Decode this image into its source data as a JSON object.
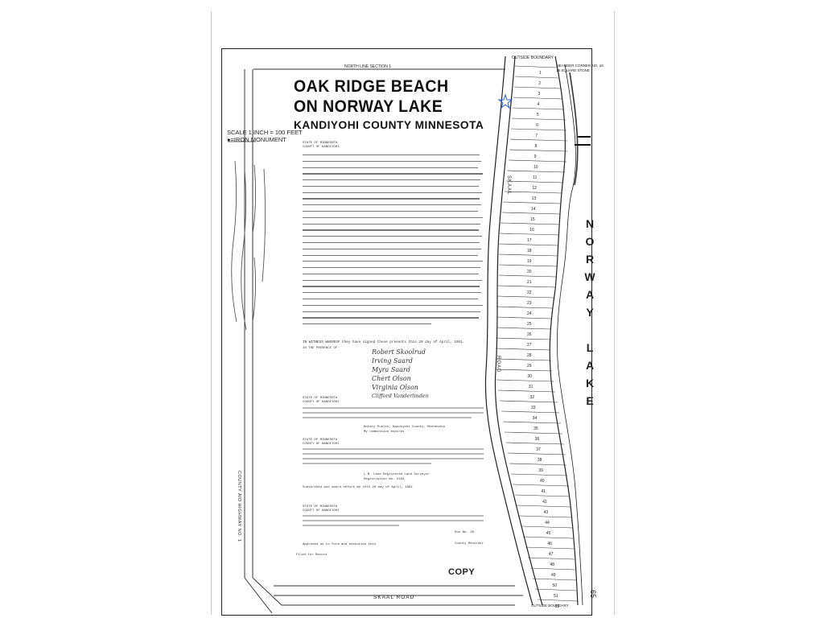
{
  "title": {
    "line1": "OAK RIDGE BEACH",
    "line2": "ON NORWAY LAKE",
    "line3": "KANDIYOHI COUNTY MINNESOTA"
  },
  "scale": {
    "line1": "SCALE 1 INCH = 100 FEET",
    "line2": "●=IRON MONUMENT"
  },
  "labels": {
    "north_line": "NORTH LINE SECTION 1",
    "outside_boundary_top": "OUTSIDE BOUNDARY",
    "meander_corner_1": "MEANDER CORNER NO. 10",
    "meander_corner_2": "18 SQUARE STONE",
    "outside_boundary_bottom": "OUTSIDE BOUNDARY",
    "skaal_road_bottom": "SKAAL    ROAD",
    "skaal_road_vertical": "SKAAL",
    "road_vertical": "ROAD",
    "county_aid": "COUNTY AID HIGHWAY NO. 1",
    "lake": [
      "N",
      "O",
      "R",
      "W",
      "A",
      "Y",
      "",
      "L",
      "A",
      "K",
      "E"
    ],
    "copy_stamp": "COPY"
  },
  "document": {
    "state_header": "STATE OF MINNESOTA",
    "county_header": "COUNTY OF KANDIYOHI",
    "dated_line": "IN WITNESS WHEREOF they have signed these presents this 20 day of April, 1961.",
    "presence": "IN THE PRESENCE OF",
    "signatures": [
      "Robert Skoolrud",
      "Irving Saard",
      "Myra Saard",
      "Chert Olson",
      "Virginia Olson",
      "Clifford Vanderlinden"
    ],
    "notary_title": "Notary Public, Kandiyohi County, Minnesota",
    "commission": "My commission expires",
    "surveyor": "L.M. Lane Registered Land Surveyor",
    "registration": "Registration No. 2183",
    "sworn": "Subscribed and sworn before me this 20 day of April, 1961",
    "approved": "Approved as to form and execution this",
    "doc_no": "Doc No. 20",
    "filed": "Filed for Record",
    "recorder": "County Recorder"
  },
  "lots": [
    "1",
    "2",
    "3",
    "4",
    "5",
    "6",
    "7",
    "8",
    "9",
    "10",
    "11",
    "12",
    "13",
    "14",
    "15",
    "16",
    "17",
    "18",
    "19",
    "20",
    "21",
    "22",
    "23",
    "24",
    "25",
    "26",
    "27",
    "28",
    "29",
    "30",
    "31",
    "32",
    "33",
    "34",
    "35",
    "36",
    "37",
    "38",
    "39",
    "40",
    "41",
    "42",
    "43",
    "44",
    "45",
    "46",
    "47",
    "48",
    "49",
    "50",
    "51",
    "52"
  ],
  "margin_note": "65"
}
